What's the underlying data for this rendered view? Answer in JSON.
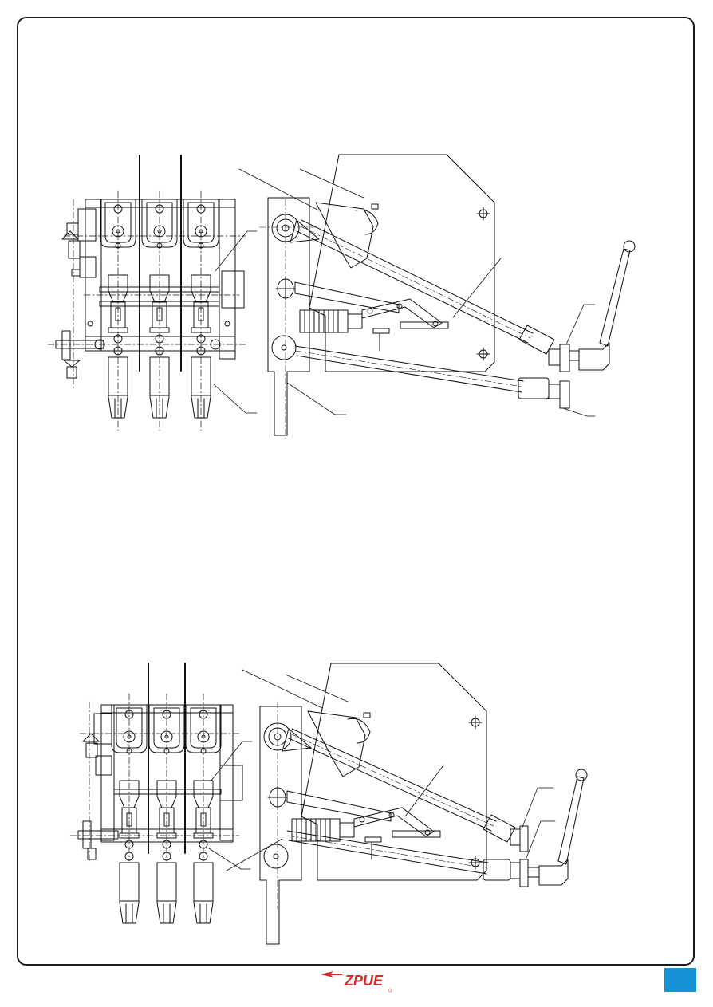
{
  "document": {
    "figures": [
      {
        "name": "upper-assembly-view"
      },
      {
        "name": "lower-assembly-view"
      }
    ]
  },
  "footer": {
    "logo_text": "ZPUE",
    "badge_color": "#1592d6",
    "logo_color": "#d92b2b"
  }
}
